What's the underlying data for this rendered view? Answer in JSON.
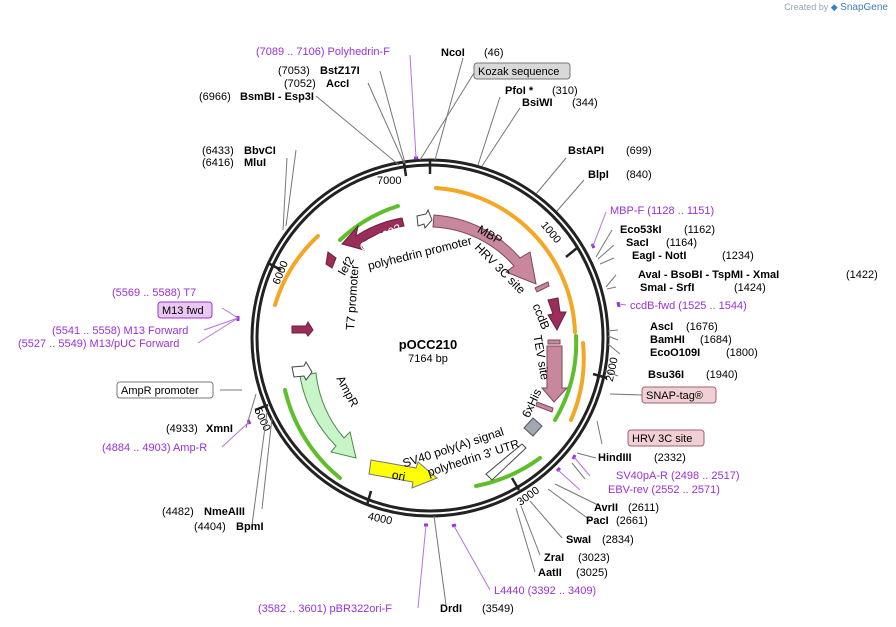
{
  "watermark": {
    "created_by": "Created by",
    "brand": "SnapGene"
  },
  "plasmid": {
    "name": "pOCC210",
    "size": "7164 bp"
  },
  "ticks": [
    "1000",
    "2000",
    "3000",
    "4000",
    "5000",
    "6000",
    "7000"
  ],
  "boxed_labels": [
    {
      "id": "kozak",
      "text": "Kozak sequence",
      "fill": "#d8d8d8",
      "stroke": "#777777"
    },
    {
      "id": "m13fwd",
      "text": "M13 fwd",
      "fill": "#e9c8f2",
      "stroke": "#9b30d9"
    },
    {
      "id": "ampr_prom",
      "text": "AmpR promoter",
      "fill": "#ffffff",
      "stroke": "#777777"
    },
    {
      "id": "snap",
      "text": "SNAP-tag®",
      "fill": "#f0d0d5",
      "stroke": "#a06070"
    },
    {
      "id": "hrv",
      "text": "HRV 3C site",
      "fill": "#f0d0d5",
      "stroke": "#a06070"
    }
  ],
  "site_labels": [
    {
      "id": "ncoi",
      "name": "NcoI",
      "pos": "(46)"
    },
    {
      "id": "pfoi",
      "name": "PfoI *",
      "pos": "(310)"
    },
    {
      "id": "bsiwi",
      "name": "BsiWI",
      "pos": "(344)"
    },
    {
      "id": "bstapi",
      "name": "BstAPI",
      "pos": "(699)"
    },
    {
      "id": "blpi",
      "name": "BlpI",
      "pos": "(840)"
    },
    {
      "id": "eco53ki",
      "name": "Eco53kI",
      "pos": "(1162)"
    },
    {
      "id": "saci",
      "name": "SacI",
      "pos": "(1164)"
    },
    {
      "id": "eagi",
      "name": "EagI  -  NotI",
      "pos": "(1234)"
    },
    {
      "id": "avai",
      "name": "AvaI  -  BsoBI  -  TspMI  -  XmaI",
      "pos": "(1422)"
    },
    {
      "id": "smai",
      "name": "SmaI  -  SrfI",
      "pos": "(1424)"
    },
    {
      "id": "asci",
      "name": "AscI",
      "pos": "(1676)"
    },
    {
      "id": "bamhi",
      "name": "BamHI",
      "pos": "(1684)"
    },
    {
      "id": "eco0109i",
      "name": "EcoO109I",
      "pos": "(1800)"
    },
    {
      "id": "bsu36i",
      "name": "Bsu36I",
      "pos": "(1940)"
    },
    {
      "id": "hindiii",
      "name": "HindIII",
      "pos": "(2332)"
    },
    {
      "id": "avrii",
      "name": "AvrII",
      "pos": "(2611)"
    },
    {
      "id": "paci",
      "name": "PacI",
      "pos": "(2661)"
    },
    {
      "id": "swai",
      "name": "SwaI",
      "pos": "(2834)"
    },
    {
      "id": "zrai",
      "name": "ZraI",
      "pos": "(3023)"
    },
    {
      "id": "aatii",
      "name": "AatII",
      "pos": "(3025)"
    },
    {
      "id": "drdi",
      "name": "DrdI",
      "pos": "(3549)"
    },
    {
      "id": "bpmi",
      "name": "BpmI",
      "pos": "(4404)"
    },
    {
      "id": "nmeaiii",
      "name": "NmeAIII",
      "pos": "(4482)"
    },
    {
      "id": "xmni",
      "name": "XmnI",
      "pos": "(4933)"
    },
    {
      "id": "mlui",
      "name": "MluI",
      "pos": "(6416)"
    },
    {
      "id": "bbvci",
      "name": "BbvCI",
      "pos": "(6433)"
    },
    {
      "id": "bsmbi",
      "name": "BsmBI  -  Esp3I",
      "pos": "(6966)"
    },
    {
      "id": "acci",
      "name": "AccI",
      "pos": "(7052)"
    },
    {
      "id": "bstz17i",
      "name": "BstZ17I",
      "pos": "(7053)"
    }
  ],
  "primer_labels": [
    {
      "id": "polyf",
      "text": "(7089 .. 7106)  Polyhedrin-F"
    },
    {
      "id": "mbpf",
      "text": "MBP-F    (1128 .. 1151)"
    },
    {
      "id": "ccdbfwd",
      "text": "ccdB-fwd    (1525 .. 1544)"
    },
    {
      "id": "sv40r",
      "text": "SV40pA-R    (2498 .. 2517)"
    },
    {
      "id": "ebvrev",
      "text": "EBV-rev    (2552 .. 2571)"
    },
    {
      "id": "l4440",
      "text": "L4440    (3392 .. 3409)"
    },
    {
      "id": "pbr",
      "text": "(3582 .. 3601)  pBR322ori-F"
    },
    {
      "id": "ampr",
      "text": "(4884 .. 4903)  Amp-R"
    },
    {
      "id": "m13puc",
      "text": "(5527 .. 5549)  M13/pUC Forward"
    },
    {
      "id": "m13f",
      "text": "(5541 .. 5558)  M13 Forward"
    },
    {
      "id": "t7",
      "text": "(5569 .. 5588)  T7"
    }
  ],
  "features": {
    "orf603": "ORF603",
    "lef2": "lef2",
    "polyh_prom": "polyhedrin promoter",
    "mbp": "MBP",
    "hrv_site": "HRV 3C site",
    "ccdb": "ccdB",
    "tev_site": "TEV site",
    "sixhis": "6xHis",
    "sv40": "SV40 poly(A) signal",
    "polyh_utr": "polyhedrin 3' UTR",
    "ori": "ori",
    "ampr": "AmpR",
    "t7_prom": "T7 promoter"
  },
  "colors": {
    "backbone": "#222222",
    "orange": "#f5a623",
    "green": "#5fbf2a",
    "maroon": "#9b2d5a",
    "pink": "#c9879d",
    "primer": "#9b30d9"
  }
}
